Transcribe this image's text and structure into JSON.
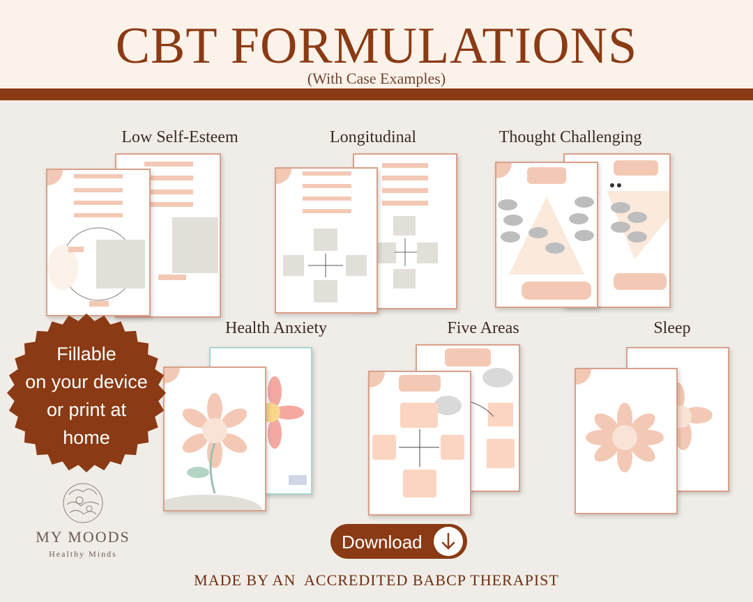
{
  "header": {
    "title": "CBT FORMULATIONS",
    "subtitle": "(With Case Examples)"
  },
  "formulations": [
    {
      "label": "Low Self-Esteem"
    },
    {
      "label": "Longitudinal"
    },
    {
      "label": "Thought Challenging"
    },
    {
      "label": "Health Anxiety"
    },
    {
      "label": "Five Areas"
    },
    {
      "label": "Sleep"
    }
  ],
  "badge": {
    "lines": [
      "Fillable",
      "on your device",
      "or print at",
      "home"
    ]
  },
  "brand": {
    "name": "MY MOODS",
    "tagline": "Healthy Minds"
  },
  "download": {
    "label": "Download",
    "icon": "arrow-down-circle-icon"
  },
  "footer": {
    "text": "MADE BY AN  ACCREDITED BABCP THERAPIST"
  },
  "colors": {
    "primary": "#8a3a14",
    "header_bg": "#fbf2e9",
    "page_bg": "#f0ede8",
    "peach": "#f3c9b5",
    "grey_panel": "#e2dfd9"
  }
}
